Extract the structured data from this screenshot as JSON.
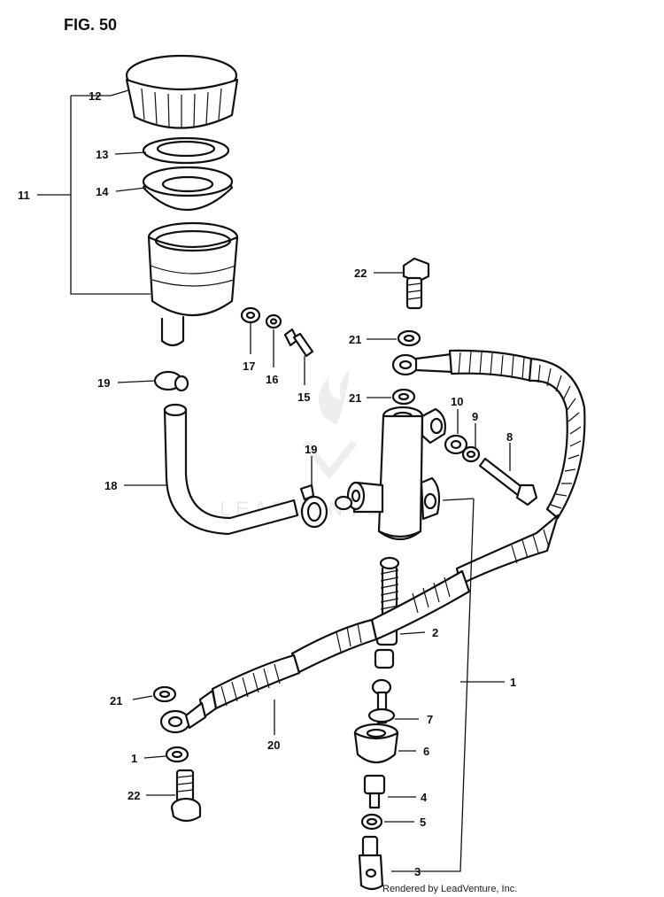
{
  "figure": {
    "title": "FIG. 50"
  },
  "watermark": {
    "text": "LEADVENTURE"
  },
  "credit": {
    "text": "Rendered by LeadVenture, Inc."
  },
  "callouts": {
    "c1": "1",
    "c1b": "1",
    "c2": "2",
    "c3": "3",
    "c4": "4",
    "c5": "5",
    "c6": "6",
    "c7": "7",
    "c8": "8",
    "c9": "9",
    "c10": "10",
    "c11": "11",
    "c12": "12",
    "c13": "13",
    "c14": "14",
    "c15": "15",
    "c16": "16",
    "c17": "17",
    "c18": "18",
    "c19a": "19",
    "c19b": "19",
    "c20": "20",
    "c21a": "21",
    "c21b": "21",
    "c21c": "21",
    "c22a": "22",
    "c22b": "22"
  }
}
